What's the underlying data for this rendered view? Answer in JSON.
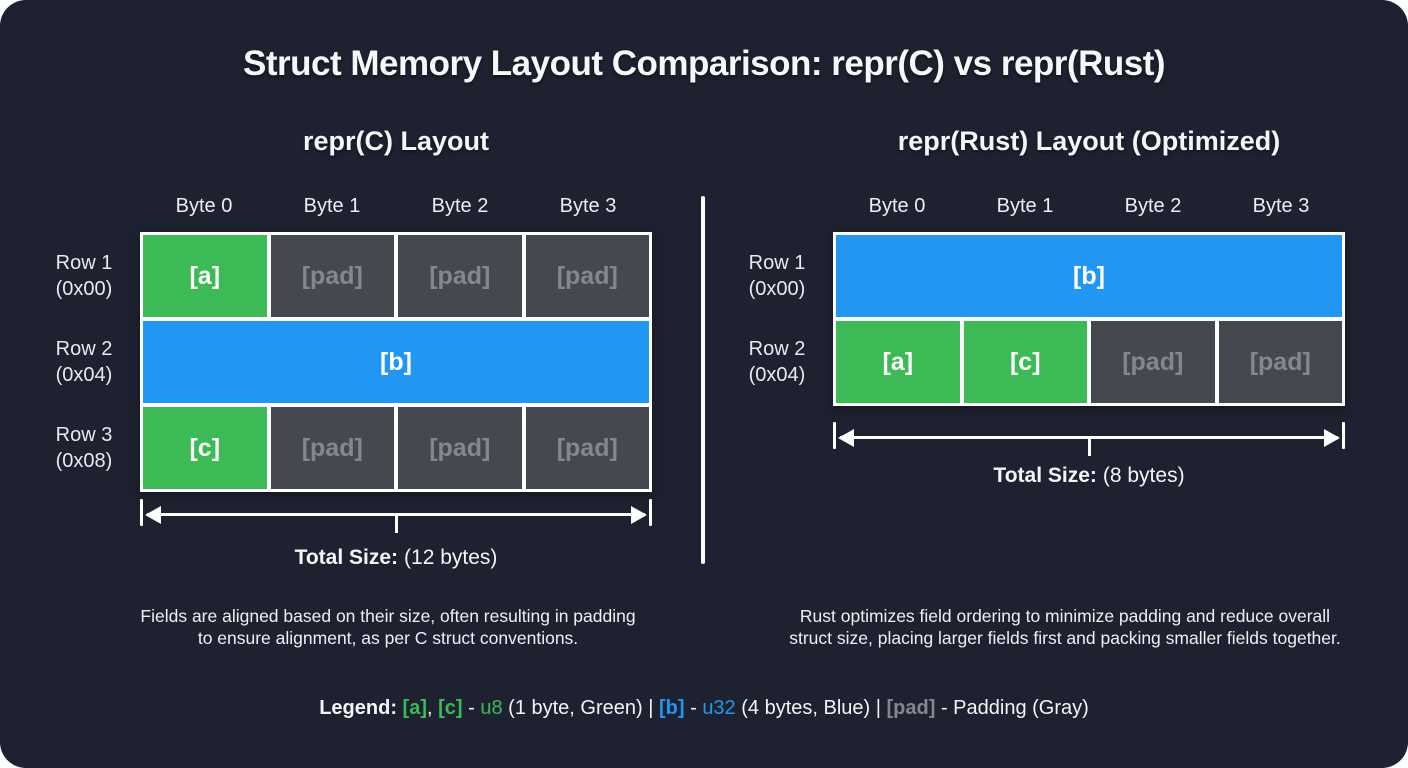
{
  "title": "Struct Memory Layout Comparison: repr(C) vs repr(Rust)",
  "palette": {
    "background": "#1e212f",
    "field_green": "#3cba55",
    "field_blue": "#2196f3",
    "padding_gray": "#46484f",
    "padding_text": "#85878e",
    "border_white": "#ffffff",
    "text_primary": "#f4f5f7"
  },
  "panels": [
    {
      "header": "repr(C) Layout",
      "byte_labels": [
        "Byte 0",
        "Byte 1",
        "Byte 2",
        "Byte 3"
      ],
      "rows": [
        {
          "label_line1": "Row 1",
          "label_line2": "(0x00)",
          "cells": [
            {
              "label": "[a]",
              "type": "green"
            },
            {
              "label": "[pad]",
              "type": "pad"
            },
            {
              "label": "[pad]",
              "type": "pad"
            },
            {
              "label": "[pad]",
              "type": "pad"
            }
          ]
        },
        {
          "label_line1": "Row 2",
          "label_line2": "(0x04)",
          "cells": [
            {
              "label": "[b]",
              "type": "blue",
              "span": 4
            }
          ]
        },
        {
          "label_line1": "Row 3",
          "label_line2": "(0x08)",
          "cells": [
            {
              "label": "[c]",
              "type": "green"
            },
            {
              "label": "[pad]",
              "type": "pad"
            },
            {
              "label": "[pad]",
              "type": "pad"
            },
            {
              "label": "[pad]",
              "type": "pad"
            }
          ]
        }
      ],
      "total_size_label": "Total Size:",
      "total_size_value": "(12 bytes)",
      "description_line1": "Fields are aligned based on their size, often resulting in padding",
      "description_line2": "to ensure alignment, as per C struct conventions."
    },
    {
      "header": "repr(Rust) Layout (Optimized)",
      "byte_labels": [
        "Byte 0",
        "Byte 1",
        "Byte 2",
        "Byte 3"
      ],
      "rows": [
        {
          "label_line1": "Row 1",
          "label_line2": "(0x00)",
          "cells": [
            {
              "label": "[b]",
              "type": "blue",
              "span": 4
            }
          ]
        },
        {
          "label_line1": "Row 2",
          "label_line2": "(0x04)",
          "cells": [
            {
              "label": "[a]",
              "type": "green"
            },
            {
              "label": "[c]",
              "type": "green"
            },
            {
              "label": "[pad]",
              "type": "pad"
            },
            {
              "label": "[pad]",
              "type": "pad"
            }
          ]
        }
      ],
      "total_size_label": "Total Size:",
      "total_size_value": "(8 bytes)",
      "description_line1": "Rust optimizes field ordering to minimize padding and reduce overall",
      "description_line2": "struct size, placing larger fields first and packing smaller fields together."
    }
  ],
  "legend": {
    "segments": [
      {
        "text": "Legend: ",
        "color": "white",
        "bold": true
      },
      {
        "text": "[a]",
        "color": "green",
        "bold": true
      },
      {
        "text": ", ",
        "color": "white",
        "bold": false
      },
      {
        "text": "[c]",
        "color": "green",
        "bold": true
      },
      {
        "text": " - ",
        "color": "white",
        "bold": false
      },
      {
        "text": "u8",
        "color": "green",
        "bold": false
      },
      {
        "text": " (1 byte, Green) | ",
        "color": "white",
        "bold": false
      },
      {
        "text": "[b]",
        "color": "blue",
        "bold": true
      },
      {
        "text": " - ",
        "color": "white",
        "bold": false
      },
      {
        "text": "u32",
        "color": "blue",
        "bold": false
      },
      {
        "text": " (4 bytes, Blue) | ",
        "color": "white",
        "bold": false
      },
      {
        "text": "[pad]",
        "color": "gray",
        "bold": true
      },
      {
        "text": " - Padding (Gray)",
        "color": "white",
        "bold": false
      }
    ]
  }
}
